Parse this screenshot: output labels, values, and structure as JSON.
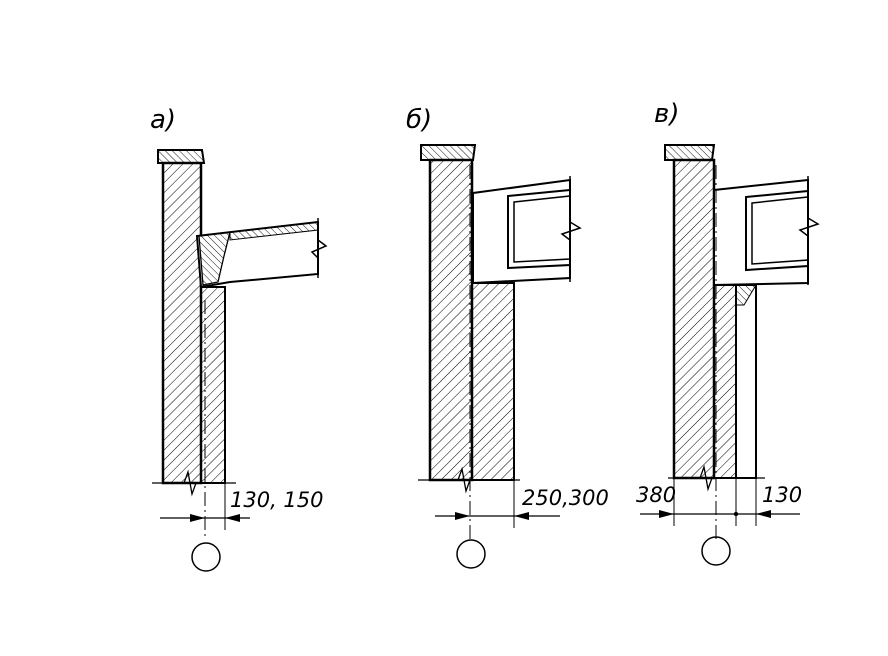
{
  "panels": [
    {
      "id": "a",
      "label": "a)",
      "dimension": "130, 150"
    },
    {
      "id": "b",
      "label": "б)",
      "dimension": "250,300"
    },
    {
      "id": "c",
      "label": "в)",
      "dimension_left": "380",
      "dimension_right": "130"
    }
  ],
  "colors": {
    "ink": "#000000",
    "paper": "#ffffff"
  }
}
